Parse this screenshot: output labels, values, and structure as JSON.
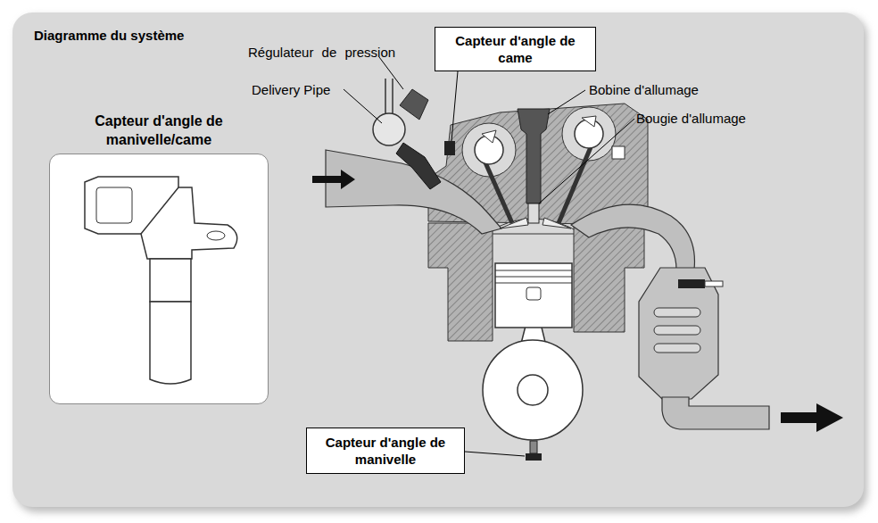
{
  "diagram": {
    "title": "Diagramme du système",
    "nodes": [
      {
        "text": [
          "Capteur d'angle de came"
        ]
      },
      {
        "text": [
          "Capteur d'angle de manivelle/came"
        ]
      },
      {
        "text": [
          "Capteur d'angle de manivelle"
        ]
      }
    ],
    "labels": [
      "Régulateur de pression",
      "Delivery Pipe",
      "Bobine d'allumage",
      "Bougie d'allumage"
    ]
  }
}
